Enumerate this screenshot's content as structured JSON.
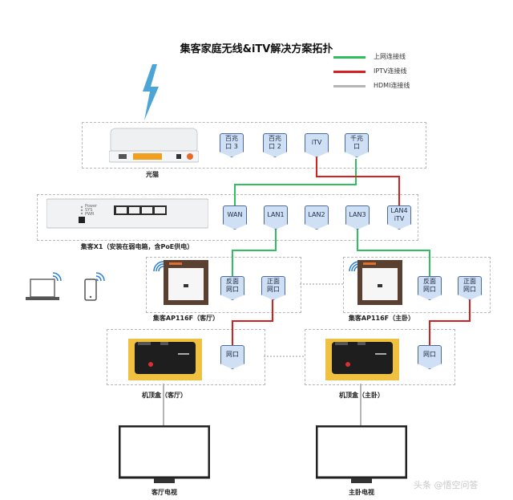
{
  "title": "集客家庭无线&iTV解决方案拓扑",
  "legend": [
    {
      "label": "上网连接线",
      "color": "#2fbf5f"
    },
    {
      "label": "IPTV连接线",
      "color": "#d62020"
    },
    {
      "label": "HDMI连接线",
      "color": "#b5b5b5"
    }
  ],
  "devices": {
    "modem": {
      "caption": "光猫"
    },
    "router": {
      "caption": "集客X1（安装在弱电箱，含PoE供电）",
      "led_labels": [
        "Power",
        "SYS",
        "PWR"
      ]
    },
    "ap_living": {
      "caption": "集客AP116F（客厅）"
    },
    "ap_master": {
      "caption": "集客AP116F（主卧）"
    },
    "stb_living": {
      "caption": "机顶盒（客厅）"
    },
    "stb_master": {
      "caption": "机顶盒（主卧）"
    },
    "tv_living": {
      "caption": "客厅电视"
    },
    "tv_master": {
      "caption": "主卧电视"
    }
  },
  "ports": {
    "modem_p3": "百兆\n口 3",
    "modem_p2": "百兆\n口 2",
    "modem_itv": "iTV",
    "modem_gig": "千兆\n口",
    "router_wan": "WAN",
    "router_lan1": "LAN1",
    "router_lan2": "LAN2",
    "router_lan3": "LAN3",
    "router_lan4": "LAN4\niTV",
    "ap1_back": "反面\n网口",
    "ap1_front": "正面\n网口",
    "ap2_back": "反面\n网口",
    "ap2_front": "正面\n网口",
    "stb1_port": "网口",
    "stb2_port": "网口"
  },
  "watermark": "头条 @悟空问答"
}
